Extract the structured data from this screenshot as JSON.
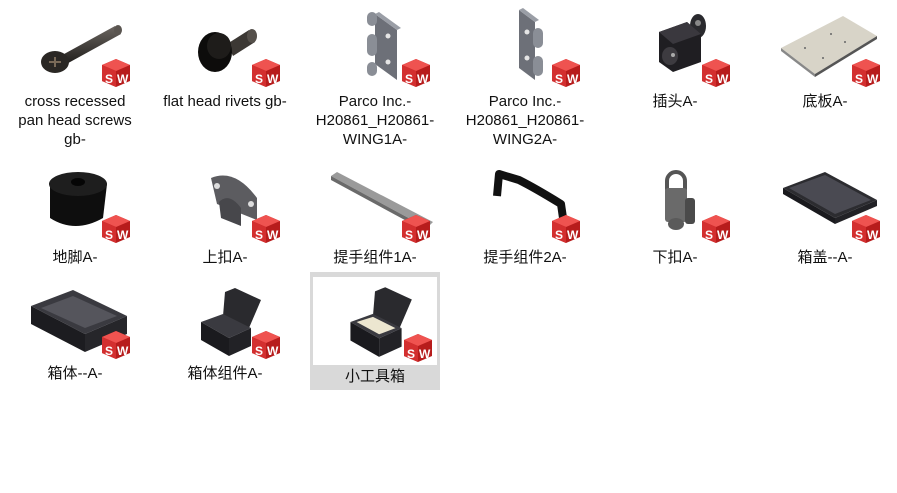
{
  "view": "large-icons",
  "badge": {
    "text_s": "S",
    "text_w": "W",
    "color": "#d7252a"
  },
  "items": [
    {
      "label": "cross recessed pan head screws gb-",
      "type": "part",
      "icon": "screw"
    },
    {
      "label": "flat head rivets gb-",
      "type": "part",
      "icon": "rivet"
    },
    {
      "label": "Parco Inc.-H20861_H20861-WING1A-",
      "type": "part",
      "icon": "hinge-wing-1"
    },
    {
      "label": "Parco Inc.-H20861_H20861-WING2A-",
      "type": "part",
      "icon": "hinge-wing-2"
    },
    {
      "label": "插头A-",
      "type": "part",
      "icon": "plug-block"
    },
    {
      "label": "底板A-",
      "type": "part",
      "icon": "base-plate"
    },
    {
      "label": "地脚A-",
      "type": "part",
      "icon": "foot"
    },
    {
      "label": "上扣A-",
      "type": "part",
      "icon": "upper-latch"
    },
    {
      "label": "提手组件1A-",
      "type": "part",
      "icon": "handle-bar"
    },
    {
      "label": "提手组件2A-",
      "type": "part",
      "icon": "handle-grip"
    },
    {
      "label": "下扣A-",
      "type": "part",
      "icon": "lower-latch"
    },
    {
      "label": "箱盖--A-",
      "type": "part",
      "icon": "box-lid"
    },
    {
      "label": "箱体--A-",
      "type": "part",
      "icon": "box-body"
    },
    {
      "label": "箱体组件A-",
      "type": "assembly",
      "icon": "case-assembly"
    },
    {
      "label": "小工具箱",
      "type": "assembly",
      "icon": "toolbox",
      "selected": true
    }
  ]
}
